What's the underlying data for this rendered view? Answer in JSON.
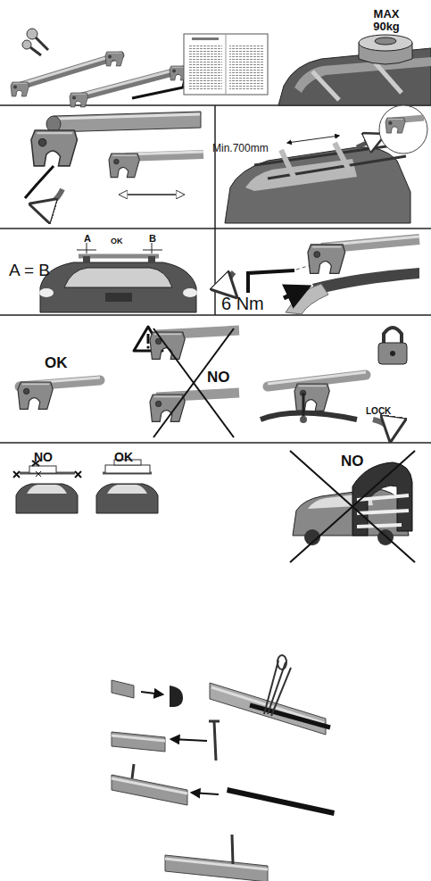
{
  "diagram": {
    "labels": [
      "MAX 90kg",
      "Min.700mm",
      "A",
      "OK",
      "B",
      "A = B",
      "6 Nm",
      "OK",
      "NO",
      "LOCK",
      "NO",
      "OK",
      "NO"
    ]
  }
}
